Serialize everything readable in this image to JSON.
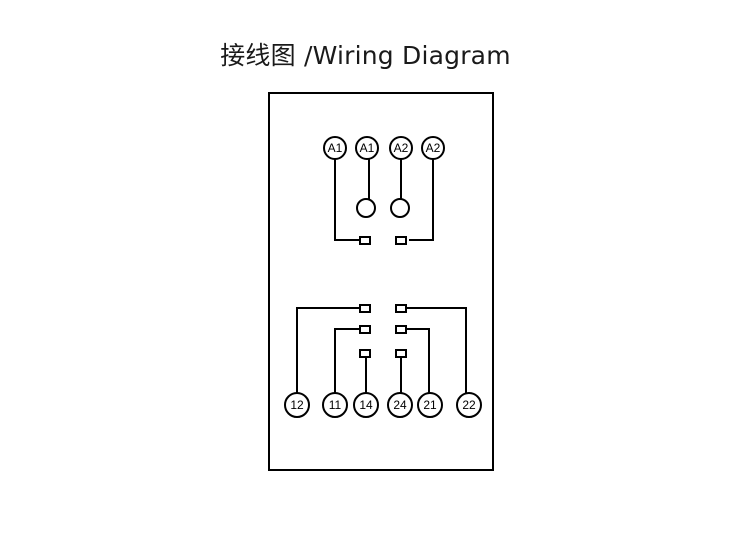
{
  "title": "接线图 /Wiring Diagram",
  "terminals": {
    "top": [
      "A1",
      "A1",
      "A2",
      "A2"
    ],
    "bottom": [
      "12",
      "11",
      "14",
      "24",
      "21",
      "22"
    ]
  },
  "colors": {
    "line": "#000000",
    "background": "#ffffff"
  }
}
